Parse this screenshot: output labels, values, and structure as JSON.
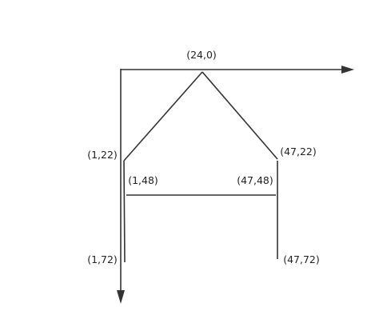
{
  "colors": {
    "stroke": "#333333",
    "text": "#222222",
    "background": "#ffffff"
  },
  "points": [
    {
      "id": "apex",
      "label": "(24,0)"
    },
    {
      "id": "left-roof",
      "label": "(1,22)"
    },
    {
      "id": "right-roof",
      "label": "(47,22)"
    },
    {
      "id": "left-beam",
      "label": "(1,48)"
    },
    {
      "id": "right-beam",
      "label": "(47,48)"
    },
    {
      "id": "left-base",
      "label": "(1,72)"
    },
    {
      "id": "right-base",
      "label": "(47,72)"
    }
  ]
}
